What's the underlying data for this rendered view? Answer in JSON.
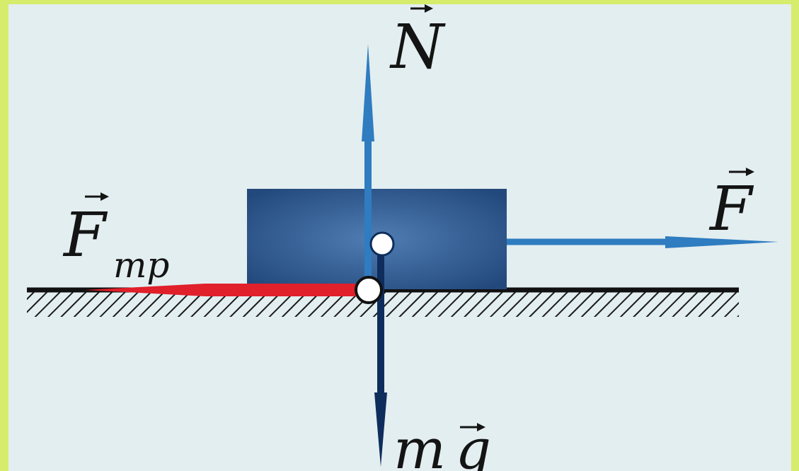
{
  "diagram": {
    "labels": {
      "normal_force": "N",
      "applied_force": "F",
      "friction_force": "F",
      "friction_subscript": "mp",
      "gravity_m": "m",
      "gravity_g": "g"
    },
    "colors": {
      "background": "#e3eef0",
      "border": "#d6ec6c",
      "block": "#2f5d94",
      "normal_arrow": "#2f7cc0",
      "applied_arrow": "#2f7cc0",
      "friction_arrow": "#e0202a",
      "gravity_arrow": "#0e2d5c",
      "ground": "#111111"
    }
  }
}
